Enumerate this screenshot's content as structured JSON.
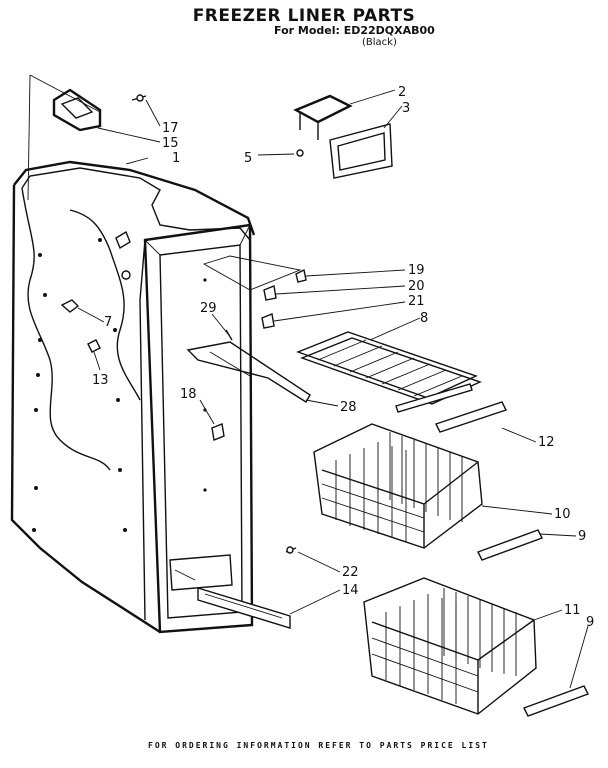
{
  "header": {
    "title": "FREEZER LINER PARTS",
    "model_line": "For Model: ED22DQXAB00",
    "color_line": "(Black)"
  },
  "callouts": [
    {
      "id": "c1",
      "label": "1"
    },
    {
      "id": "c2",
      "label": "2"
    },
    {
      "id": "c3",
      "label": "3"
    },
    {
      "id": "c5",
      "label": "5"
    },
    {
      "id": "c7",
      "label": "7"
    },
    {
      "id": "c8",
      "label": "8"
    },
    {
      "id": "c9a",
      "label": "9"
    },
    {
      "id": "c9b",
      "label": "9"
    },
    {
      "id": "c10",
      "label": "10"
    },
    {
      "id": "c11",
      "label": "11"
    },
    {
      "id": "c12",
      "label": "12"
    },
    {
      "id": "c13",
      "label": "13"
    },
    {
      "id": "c14",
      "label": "14"
    },
    {
      "id": "c15",
      "label": "15"
    },
    {
      "id": "c17",
      "label": "17"
    },
    {
      "id": "c18",
      "label": "18"
    },
    {
      "id": "c19",
      "label": "19"
    },
    {
      "id": "c20",
      "label": "20"
    },
    {
      "id": "c21",
      "label": "21"
    },
    {
      "id": "c22",
      "label": "22"
    },
    {
      "id": "c28",
      "label": "28"
    },
    {
      "id": "c29",
      "label": "29"
    }
  ],
  "footer": {
    "text": "FOR ORDERING INFORMATION REFER TO PARTS PRICE LIST"
  }
}
